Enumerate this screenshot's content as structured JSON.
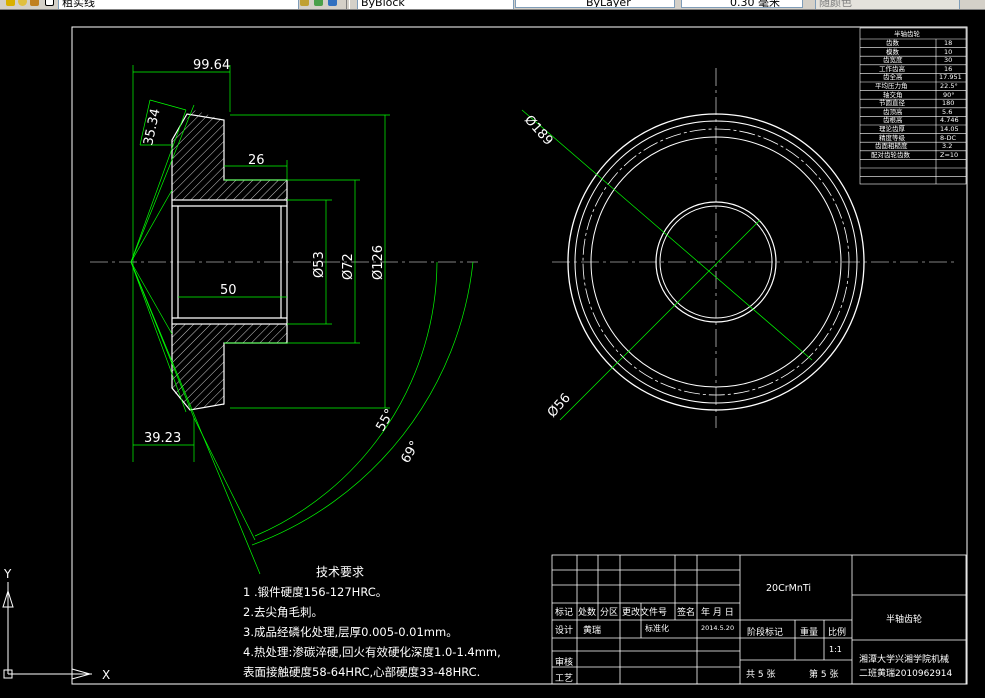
{
  "toolbar": {
    "layer_value": "粗实线",
    "color_value": "ByBlock",
    "linetype_value": "ByLayer",
    "lineweight_value": "0.30 毫米",
    "plotstyle_value": "随颜色"
  },
  "dims": {
    "d_99_64": "99.64",
    "d_35_34": "35.34",
    "d_26": "26",
    "d_50": "50",
    "d_53": "Ø53",
    "d_72": "Ø72",
    "d_126": "Ø126",
    "d_39_23": "39.23",
    "a_55": "55°",
    "a_69": "69°",
    "d_189": "Ø189",
    "d_56": "Ø56"
  },
  "params": {
    "title": "半轴齿轮",
    "rows": [
      {
        "label": "齿数",
        "value": "18"
      },
      {
        "label": "模数",
        "value": "10"
      },
      {
        "label": "齿宽度",
        "value": "30"
      },
      {
        "label": "工作齿高",
        "value": "16"
      },
      {
        "label": "齿全高",
        "value": "17.951"
      },
      {
        "label": "平均压力角",
        "value": "22.5°"
      },
      {
        "label": "轴交角",
        "value": "90°"
      },
      {
        "label": "节圆直径",
        "value": "180"
      },
      {
        "label": "齿顶高",
        "value": "5.6"
      },
      {
        "label": "齿根高",
        "value": "4.746"
      },
      {
        "label": "理论齿厚",
        "value": "14.05"
      },
      {
        "label": "精度等级",
        "value": "8-DC"
      },
      {
        "label": "齿面粗糙度",
        "value": "3.2"
      },
      {
        "label": "配对齿轮齿数",
        "value": "Z=10"
      }
    ]
  },
  "tech": {
    "title": "技术要求",
    "items": [
      "1 .锻件硬度156-127HRC。",
      "2.去尖角毛刺。",
      "3.成品经磷化处理,层厚0.005-0.01mm。",
      "4.热处理:渗碳淬硬,回火有效硬化深度1.0-1.4mm,",
      "表面接触硬度58-64HRC,心部硬度33-48HRC."
    ]
  },
  "titleblock": {
    "material": "20CrMnTi",
    "part_name": "半轴齿轮",
    "school": "湘潭大学兴湘学院机械",
    "author_line": "二班黄瑞2010962914",
    "h_mark": "标记",
    "h_count": "处数",
    "h_zone": "分区",
    "h_doc": "更改文件号",
    "h_sign": "签名",
    "h_date": "年 月 日",
    "r_design": "设计",
    "designer": "黄瑞",
    "r_std": "标准化",
    "date": "2014.5.20",
    "stage": "阶段标记",
    "weight": "重量",
    "scale_label": "比例",
    "scale": "1:1",
    "r_check": "审核",
    "r_process": "工艺",
    "total": "共 5 张",
    "sheet": "第 5 张"
  },
  "ucs": {
    "y": "Y",
    "x": "X"
  }
}
